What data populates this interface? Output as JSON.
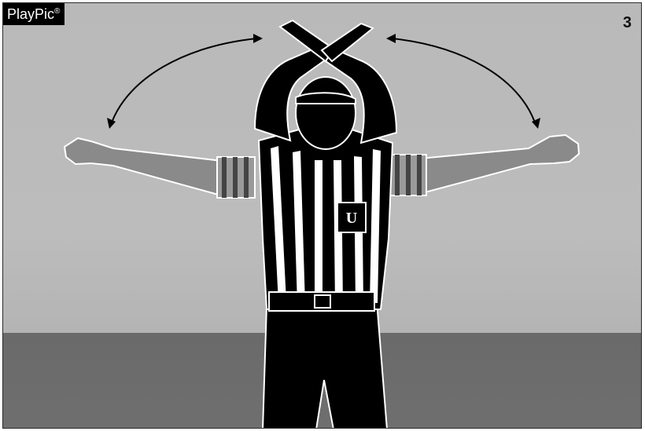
{
  "brand": {
    "name": "PlayPic",
    "mark": "®"
  },
  "panel_number": "3",
  "jersey_letter": "U",
  "colors": {
    "wall": "#bbbbbb",
    "floor": "#6c6c6c",
    "figure": "#000000",
    "ghost_arms": "#8a8a8a"
  },
  "icons": [
    "curved-arrow-left",
    "curved-arrow-right",
    "referee-silhouette"
  ]
}
